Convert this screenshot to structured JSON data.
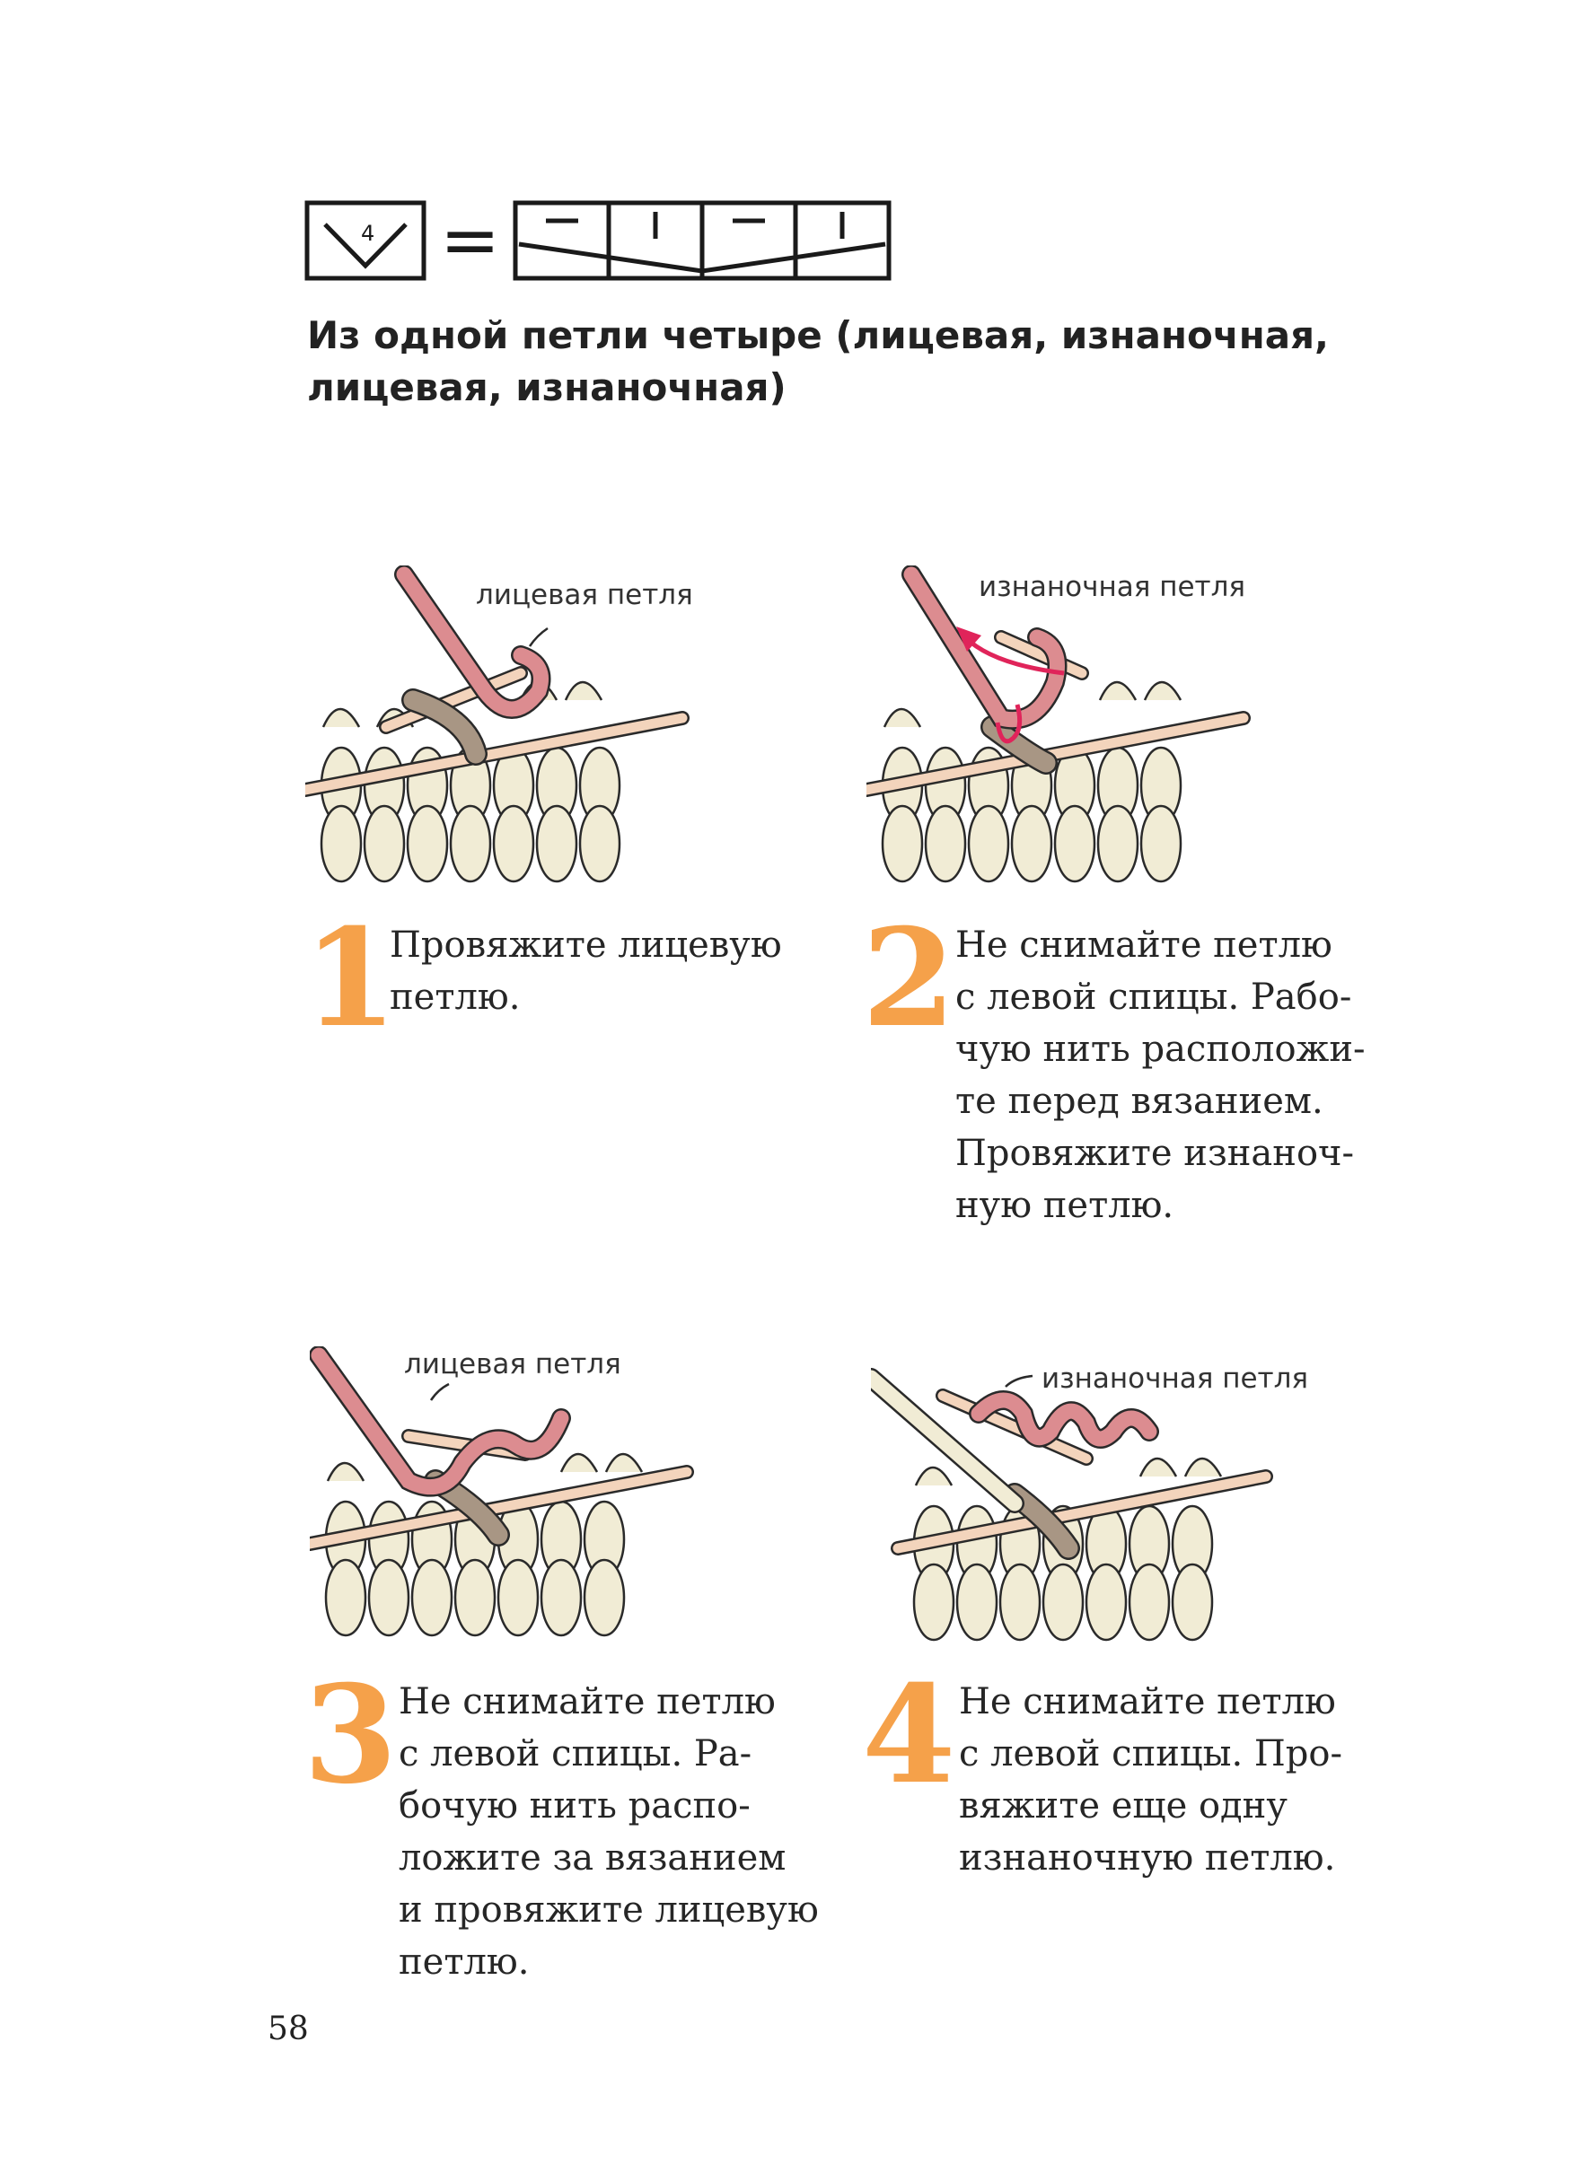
{
  "symbol": {
    "cell_number": "4",
    "equals": "="
  },
  "title": {
    "line1": "Из одной петли четыре (лицевая, изнаночная,",
    "line2": "лицевая, изнаночная)"
  },
  "steps": [
    {
      "number": "1",
      "label": "лицевая петля",
      "lines": [
        "Провяжите лицевую",
        "петлю."
      ]
    },
    {
      "number": "2",
      "label": "изнаночная петля",
      "lines": [
        "Не снимайте петлю",
        "с левой спицы. Рабо-",
        "чую нить расположи-",
        "те перед вязанием.",
        "Провяжите изнаноч-",
        "ную петлю."
      ]
    },
    {
      "number": "3",
      "label": "лицевая петля",
      "lines": [
        "Не снимайте петлю",
        "с левой спицы. Ра-",
        "бочую нить распо-",
        "ложите за вязанием",
        "и провяжите лицевую",
        "петлю."
      ]
    },
    {
      "number": "4",
      "label": "изнаночная петля",
      "lines": [
        "Не снимайте петлю",
        "с левой спицы. Про-",
        "вяжите еще одну",
        "изнаночную петлю."
      ]
    }
  ],
  "page_number": "58",
  "colors": {
    "accent_number": "#f5a14a",
    "yarn_cream": "#f1ecd5",
    "yarn_pink": "#dc8c90",
    "yarn_taupe": "#a89684",
    "needle": "#f3d4bc",
    "arrow": "#e0245a"
  }
}
